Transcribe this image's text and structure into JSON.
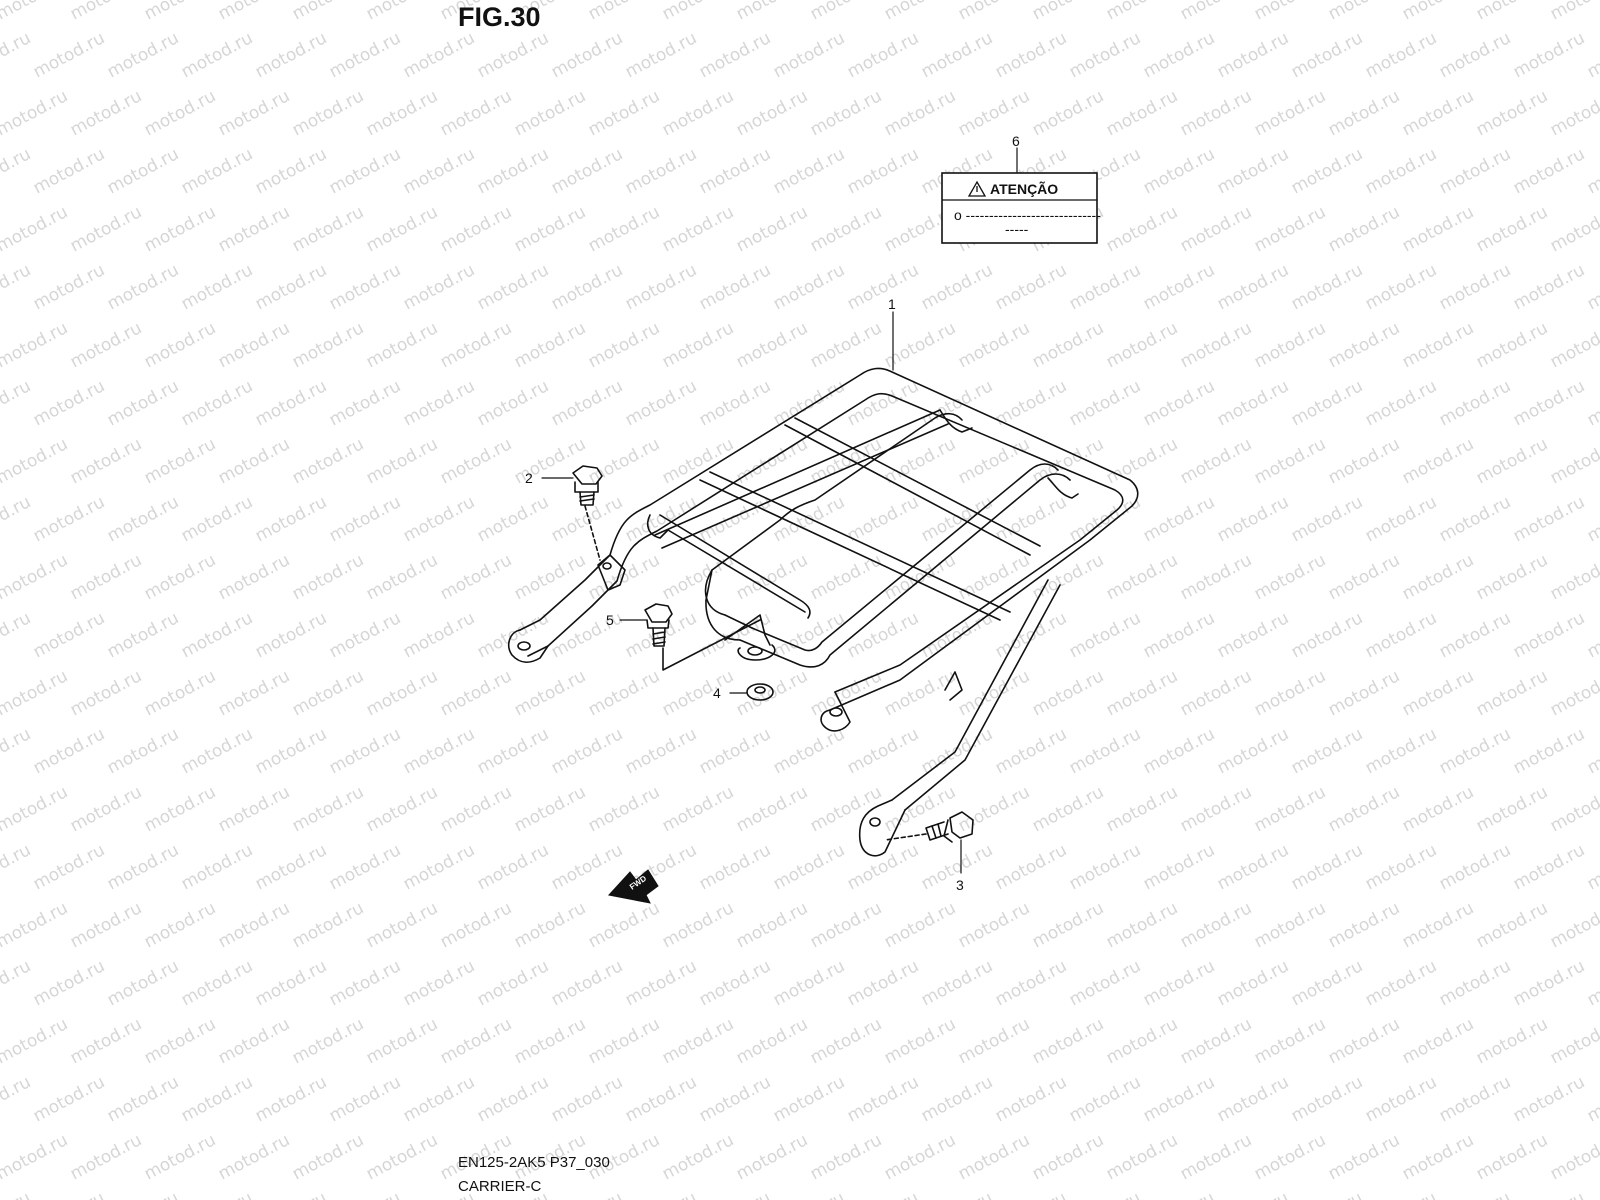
{
  "figure": {
    "title": "FIG.30",
    "code": "EN125-2AK5 P37_030",
    "name": "CARRIER-C"
  },
  "watermark": {
    "text": "motod.ru",
    "color": "#d6d6d6"
  },
  "callouts": [
    {
      "id": "1",
      "label": "1"
    },
    {
      "id": "2",
      "label": "2"
    },
    {
      "id": "3",
      "label": "3"
    },
    {
      "id": "4",
      "label": "4"
    },
    {
      "id": "5",
      "label": "5"
    },
    {
      "id": "6",
      "label": "6"
    }
  ],
  "warning_label": {
    "heading": "ATENÇÃO",
    "line1": "o -----------------------------",
    "line2": "-----"
  },
  "fwd_arrow": {
    "text": "FWD"
  },
  "colors": {
    "line": "#111111",
    "background": "#ffffff"
  }
}
